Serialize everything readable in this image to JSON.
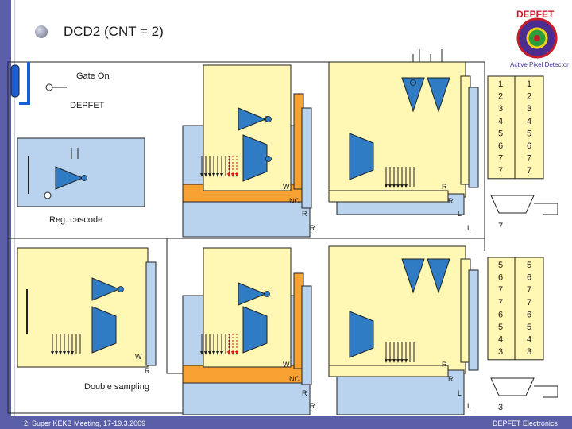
{
  "slide": {
    "title": "DCD2 (CNT = 2)",
    "footer_left": "2. Super KEKB Meeting, 17-19.3.2009",
    "footer_right": "DEPFET Electronics"
  },
  "logo": {
    "text": "DEPFET",
    "ring_text": "Active Pixel Detector"
  },
  "labels": {
    "gate_on": "Gate On",
    "depfet": "DEPFET",
    "reg_cascode": "Reg. cascode",
    "double_sampling": "Double sampling"
  },
  "signals": {
    "W": "W",
    "R": "R",
    "NC": "NC",
    "L": "L"
  },
  "tables": {
    "top": {
      "col1": [
        "1",
        "2",
        "3",
        "4",
        "5",
        "6",
        "7",
        "7"
      ],
      "col2": [
        "1",
        "2",
        "3",
        "4",
        "5",
        "6",
        "7",
        "7"
      ],
      "mux_out": "7"
    },
    "bottom": {
      "col1": [
        "5",
        "6",
        "7",
        "7",
        "6",
        "5",
        "4",
        "3"
      ],
      "col2": [
        "5",
        "6",
        "7",
        "7",
        "6",
        "5",
        "4",
        "3"
      ],
      "mux_out": "3"
    }
  },
  "colors": {
    "accent": "#5b5fa8",
    "cell_yellow": "#fff7b3",
    "cell_blue": "#b9d2ee",
    "nc_orange": "#f7a233",
    "amp_blue": "#2f7bc4",
    "dot_red": "#e8141b"
  }
}
